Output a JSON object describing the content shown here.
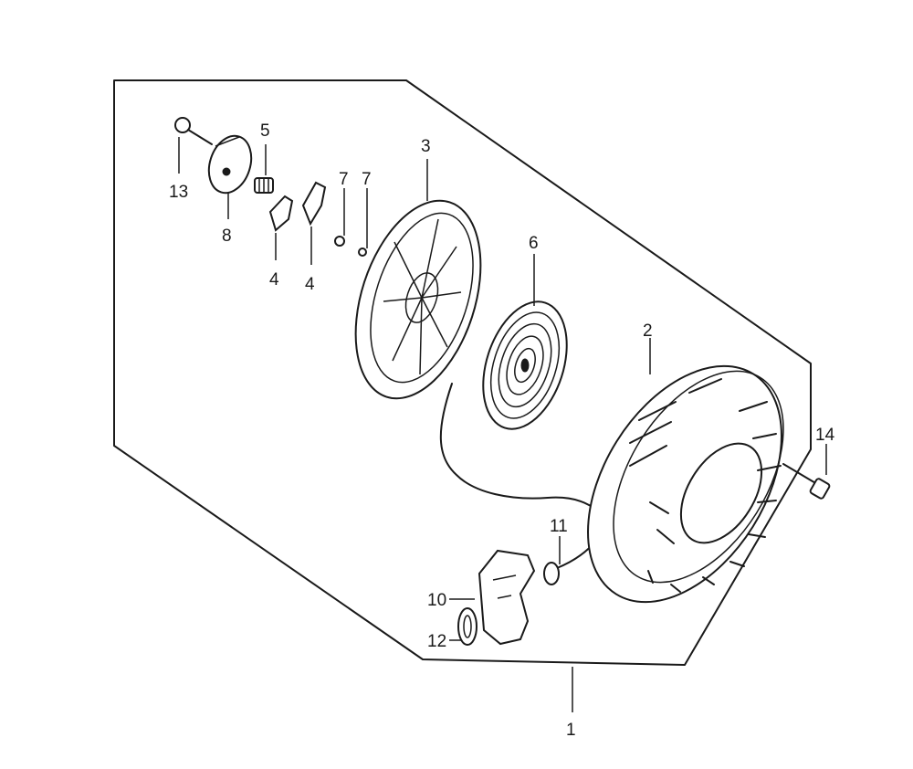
{
  "callouts": [
    {
      "id": "1",
      "label": "1"
    },
    {
      "id": "2",
      "label": "2"
    },
    {
      "id": "3",
      "label": "3"
    },
    {
      "id": "4a",
      "label": "4"
    },
    {
      "id": "4b",
      "label": "4"
    },
    {
      "id": "5",
      "label": "5"
    },
    {
      "id": "6",
      "label": "6"
    },
    {
      "id": "7a",
      "label": "7"
    },
    {
      "id": "7b",
      "label": "7"
    },
    {
      "id": "8",
      "label": "8"
    },
    {
      "id": "10",
      "label": "10"
    },
    {
      "id": "11",
      "label": "11"
    },
    {
      "id": "12",
      "label": "12"
    },
    {
      "id": "13",
      "label": "13"
    },
    {
      "id": "14",
      "label": "14"
    }
  ]
}
